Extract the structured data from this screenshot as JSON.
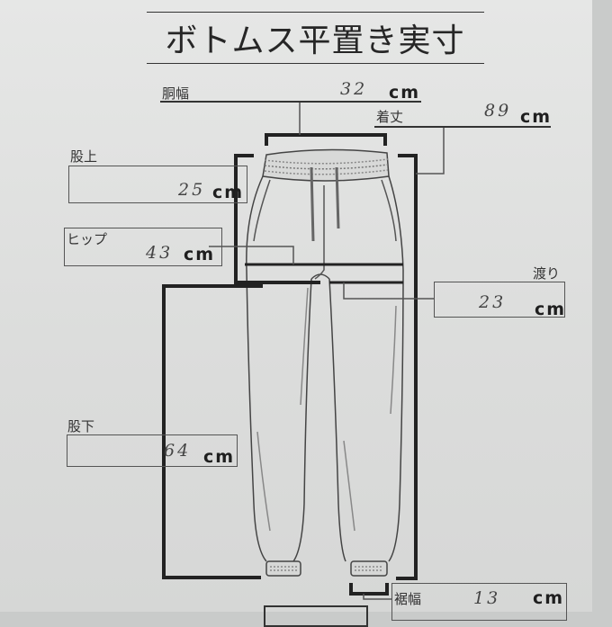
{
  "title": "ボトムス平置き実寸",
  "unit": "cm",
  "measurements": {
    "waist": {
      "label": "胴幅",
      "value": "32",
      "unit": "cm"
    },
    "length": {
      "label": "着丈",
      "value": "89",
      "unit": "cm"
    },
    "rise": {
      "label": "股上",
      "value": "25",
      "unit": "cm"
    },
    "hip": {
      "label": "ヒップ",
      "value": "43",
      "unit": "cm"
    },
    "thigh": {
      "label": "渡り",
      "value": "23",
      "unit": "cm"
    },
    "inseam": {
      "label": "股下",
      "value": "64",
      "unit": "cm"
    },
    "hem": {
      "label": "裾幅",
      "value": "13",
      "unit": "cm"
    }
  },
  "illustration": {
    "icon": "jogger-pants-icon"
  }
}
